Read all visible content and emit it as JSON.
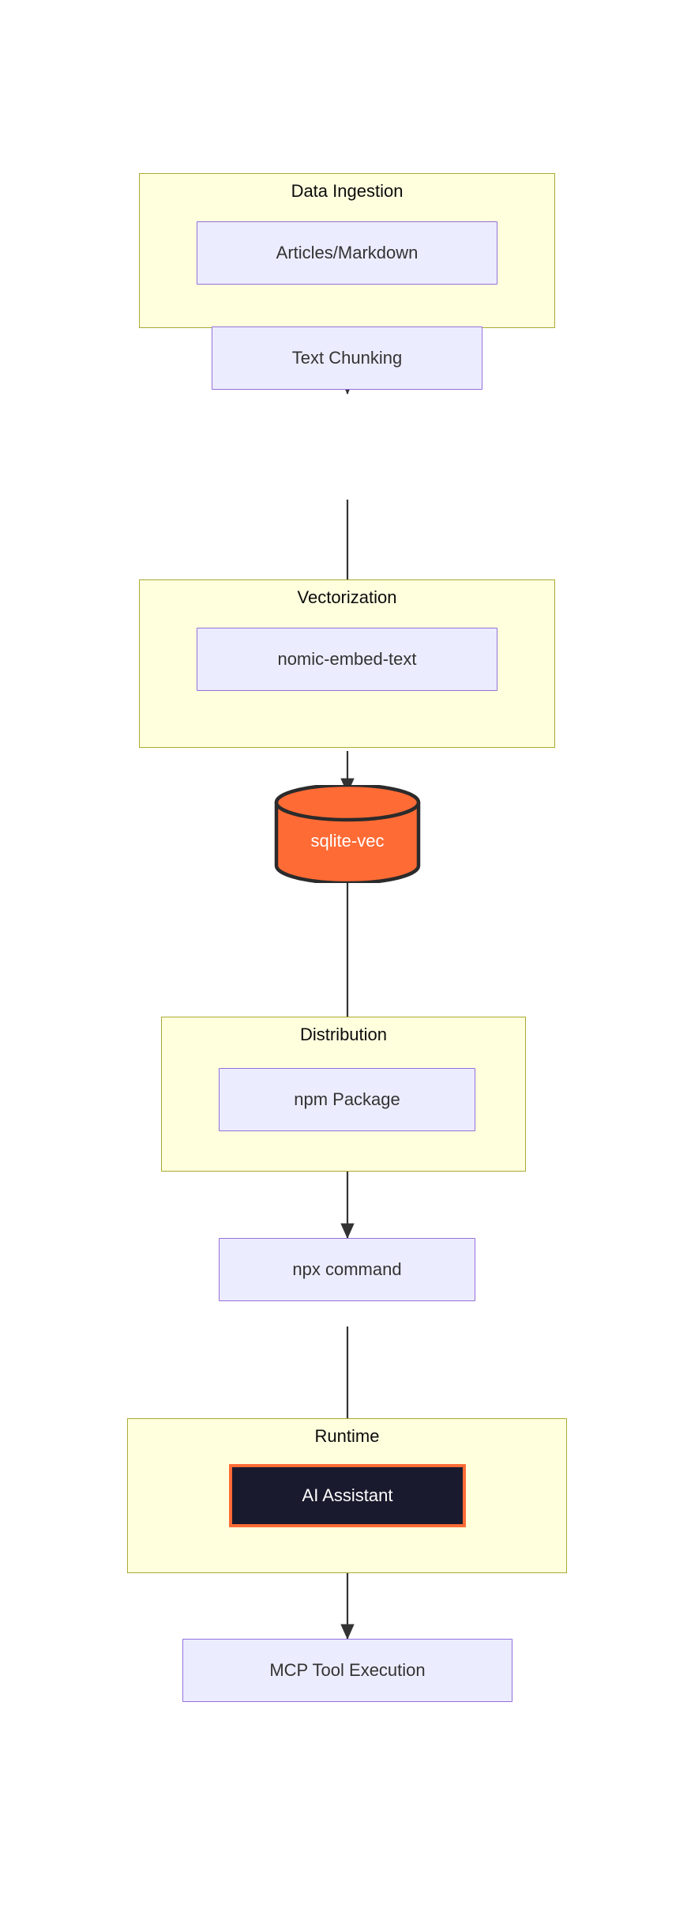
{
  "diagram": {
    "type": "flowchart",
    "direction": "top-to-bottom",
    "title": "",
    "colors": {
      "cluster_fill": "#FFFFDE",
      "cluster_stroke": "#AAAA33",
      "node_fill": "#ECECFF",
      "node_stroke": "#9370DB",
      "node_text": "#333333",
      "database_fill": "#FF6B35",
      "database_stroke": "#2b2b2b",
      "database_text": "#FFFFFF",
      "highlight_fill": "#1a1a2e",
      "highlight_stroke": "#FF6B35",
      "highlight_text": "#FFFFFF",
      "edge_stroke": "#333333",
      "background": "#FFFFFF"
    },
    "clusters": [
      {
        "id": "data-ingestion",
        "label": "Data Ingestion",
        "nodes": [
          "articles-markdown",
          "text-chunking"
        ]
      },
      {
        "id": "vectorization",
        "label": "Vectorization",
        "nodes": [
          "nomic-embed-text",
          "sqlite-vec"
        ]
      },
      {
        "id": "distribution",
        "label": "Distribution",
        "nodes": [
          "npm-package",
          "npx-command"
        ]
      },
      {
        "id": "runtime",
        "label": "Runtime",
        "nodes": [
          "ai-assistant",
          "mcp-tool-execution"
        ]
      }
    ],
    "nodes": [
      {
        "id": "articles-markdown",
        "label": "Articles/Markdown",
        "shape": "rect",
        "style": "default"
      },
      {
        "id": "text-chunking",
        "label": "Text Chunking",
        "shape": "rect",
        "style": "default"
      },
      {
        "id": "nomic-embed-text",
        "label": "nomic-embed-text",
        "shape": "rect",
        "style": "default"
      },
      {
        "id": "sqlite-vec",
        "label": "sqlite-vec",
        "shape": "cylinder",
        "style": "database"
      },
      {
        "id": "npm-package",
        "label": "npm Package",
        "shape": "rect",
        "style": "default"
      },
      {
        "id": "npx-command",
        "label": "npx command",
        "shape": "rect",
        "style": "default"
      },
      {
        "id": "ai-assistant",
        "label": "AI Assistant",
        "shape": "rect",
        "style": "highlight"
      },
      {
        "id": "mcp-tool-execution",
        "label": "MCP Tool Execution",
        "shape": "rect",
        "style": "default"
      }
    ],
    "edges": [
      {
        "from": "articles-markdown",
        "to": "text-chunking",
        "label": "",
        "arrow": "end"
      },
      {
        "from": "text-chunking",
        "to": "nomic-embed-text",
        "label": "",
        "arrow": "end"
      },
      {
        "from": "nomic-embed-text",
        "to": "sqlite-vec",
        "label": "",
        "arrow": "end"
      },
      {
        "from": "sqlite-vec",
        "to": "npm-package",
        "label": "",
        "arrow": "end"
      },
      {
        "from": "npm-package",
        "to": "npx-command",
        "label": "",
        "arrow": "end"
      },
      {
        "from": "npx-command",
        "to": "ai-assistant",
        "label": "",
        "arrow": "end"
      },
      {
        "from": "ai-assistant",
        "to": "mcp-tool-execution",
        "label": "",
        "arrow": "end"
      }
    ]
  }
}
